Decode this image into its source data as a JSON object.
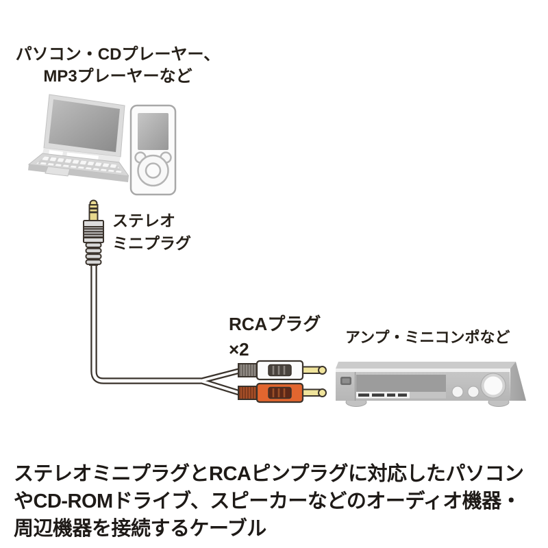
{
  "labels": {
    "source_devices": {
      "line1": "パソコン・CDプレーヤー、",
      "line2": "MP3プレーヤーなど"
    },
    "mini_plug": {
      "line1": "ステレオ",
      "line2": "ミニプラグ"
    },
    "rca_plug": {
      "line1": "RCAプラグ",
      "line2": "×2"
    },
    "target_devices": "アンプ・ミニコンポなど"
  },
  "description": {
    "line1": "ステレオミニプラグとRCAピンプラグに対応したパソコン",
    "line2": "やCD-ROMドライブ、スピーカーなどのオーディオ機器・",
    "line3": "周辺機器を接続するケーブル"
  },
  "icons": {
    "laptop": "laptop-illustration",
    "mp3_player": "mp3-player-illustration",
    "mini_plug": "stereo-mini-plug-illustration",
    "rca_white": "rca-plug-white-illustration",
    "rca_red": "rca-plug-red-illustration",
    "amplifier": "amplifier-illustration"
  },
  "colors": {
    "background": "#FFFFFF",
    "text": "#262019",
    "outline": "#3A332C",
    "gold": "#EBDC92",
    "rca_white_body": "#FBFBFB",
    "rca_red_body": "#E2662F",
    "device_gray": "#C9C9C9"
  }
}
